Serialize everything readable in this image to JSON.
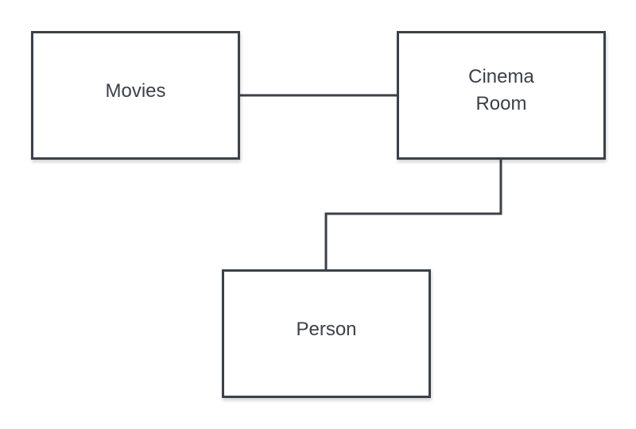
{
  "diagram": {
    "stroke_color": "#3b4148",
    "nodes": {
      "movies": "Movies",
      "cinema": "Cinema\nRoom",
      "person": "Person"
    }
  }
}
